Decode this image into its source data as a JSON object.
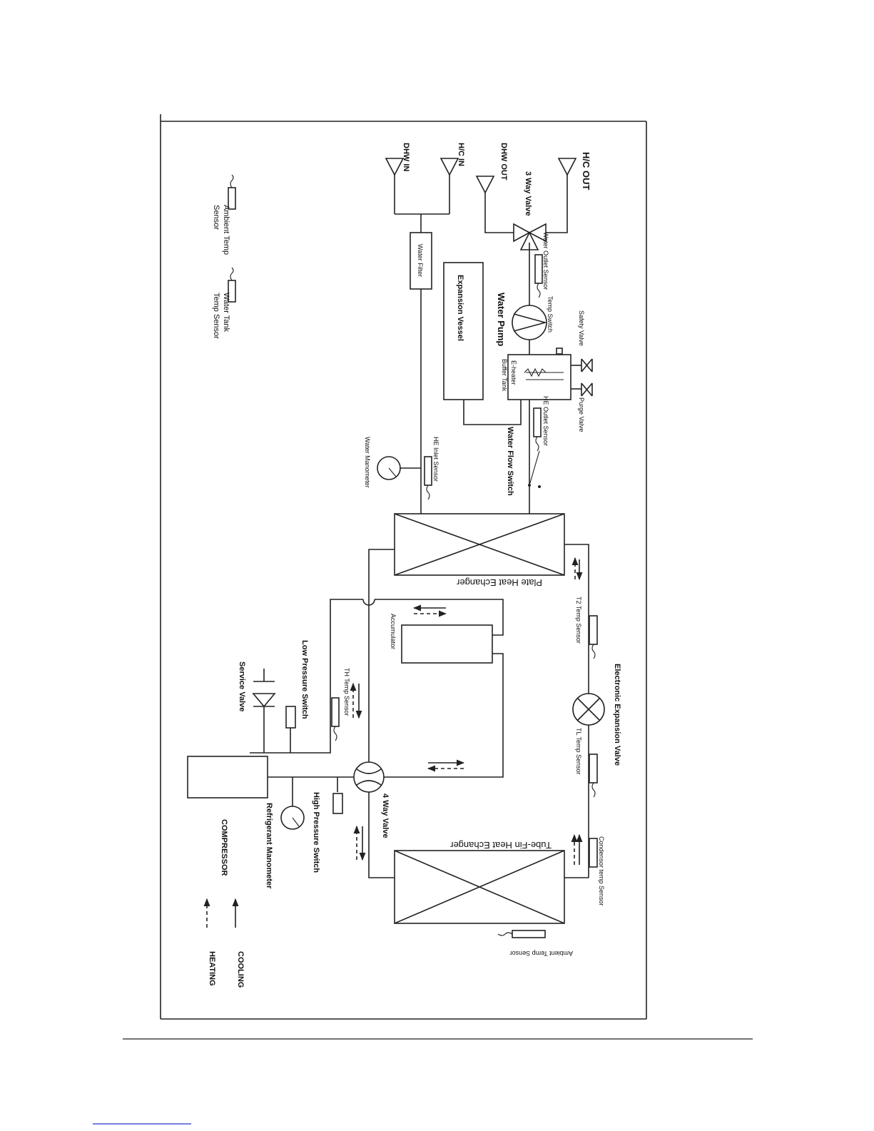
{
  "labels": {
    "hc_out": "H/C OUT",
    "three_way_valve": "3 Way Valve",
    "dhw_out": "DHW OUT",
    "hc_in": "H/C IN",
    "dhw_in": "DHW IN",
    "water_outlet_sensor": "Water Outlet Sensor",
    "temp_switch": "Temp Switch",
    "safety_valve": "Safety Valve",
    "purge_valve": "Purge Valve",
    "water_pump": "Water Pump",
    "e_heater": "E-heater",
    "buffer_tank": "Buffer Tank",
    "he_outlet_sensor": "HE Outlet Sensor",
    "water_flow_switch": "Water Flow Switch",
    "expansion_vessel": "Expansion Vessel",
    "water_filter": "Water Filter",
    "he_inlet_sensor": "HE Inlet Sensor",
    "water_manometer": "Water Manometer",
    "ambient_temp_sensor_legend_1": "Ambient Temp",
    "ambient_temp_sensor_legend_2": "Sensor",
    "water_tank_temp_sensor_1": "Water Tank",
    "water_tank_temp_sensor_2": "Temp Sensor",
    "plate_heat_exchanger": "Plate Heat Echanger",
    "t2_temp_sensor": "T2 Temp Sensor",
    "accumulator": "Accumulator",
    "electronic_expansion_valve": "Electronic Expansion Valve",
    "tl_temp_sensor": "TL Temp Sensor",
    "th_temp_sensor": "TH Temp Sensor",
    "low_pressure_switch": "Low Pressure Switch",
    "service_valve": "Service Valve",
    "four_way_valve": "4 Way Valve",
    "high_pressure_switch": "High Pressure Switch",
    "refrigerant_manometer": "Refrigerant Manometer",
    "compressor": "COMPRESSOR",
    "tube_fin_heat_exchanger": "Tube-Fin Heat Echanger",
    "condensor_temp_sensor": "Condensor temp Sensor",
    "ambient_temp_sensor": "Ambient Temp Sensor",
    "cooling": "COOLING",
    "heating": "HEATING"
  }
}
